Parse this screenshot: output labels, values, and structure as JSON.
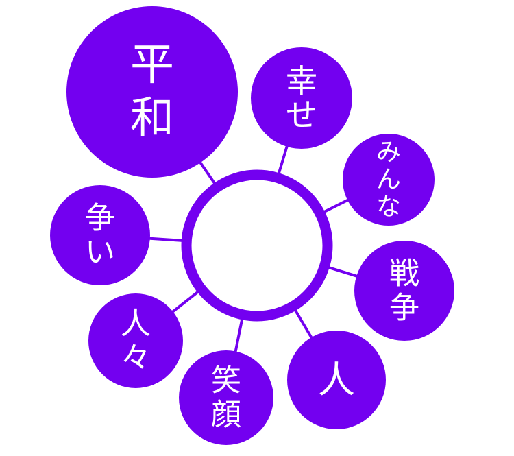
{
  "colors": {
    "accent": "#7300f0",
    "text": "#ffffff",
    "background": "#ffffff"
  },
  "center": {
    "label": ""
  },
  "nodes": [
    {
      "id": "heiwa",
      "text": "平和",
      "lines": [
        "平",
        "和"
      ]
    },
    {
      "id": "shiawase",
      "text": "幸せ",
      "lines": [
        "幸",
        "せ"
      ]
    },
    {
      "id": "minna",
      "text": "みんな",
      "lines": [
        "み",
        "ん",
        "な"
      ]
    },
    {
      "id": "sensou",
      "text": "戦争",
      "lines": [
        "戦",
        "争"
      ]
    },
    {
      "id": "hito",
      "text": "人",
      "lines": [
        "人"
      ]
    },
    {
      "id": "egao",
      "text": "笑顔",
      "lines": [
        "笑",
        "顔"
      ]
    },
    {
      "id": "hitobito",
      "text": "人々",
      "lines": [
        "人",
        "々"
      ]
    },
    {
      "id": "arasoi",
      "text": "争い",
      "lines": [
        "争",
        "い"
      ]
    }
  ]
}
